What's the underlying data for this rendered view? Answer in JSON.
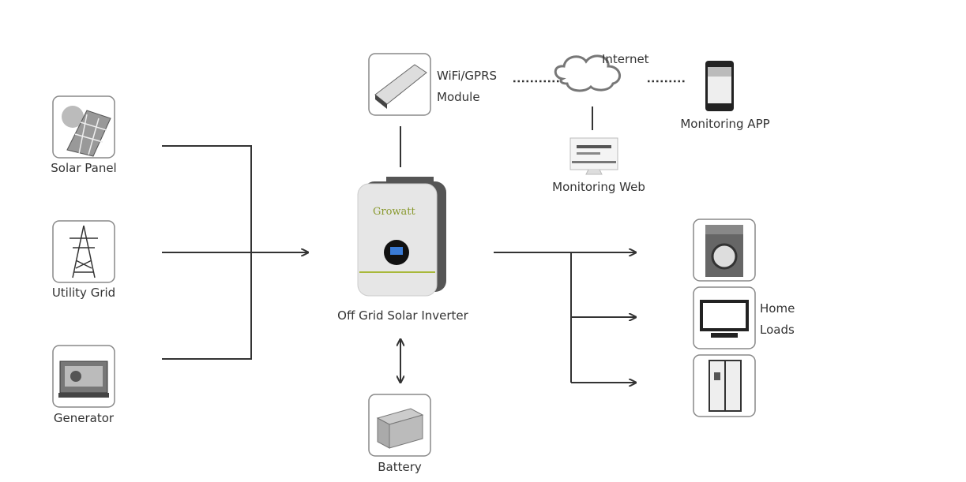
{
  "sources": [
    {
      "label": "Solar Panel",
      "icon": "solar-panel-icon"
    },
    {
      "label": "Utility Grid",
      "icon": "transmission-tower-icon"
    },
    {
      "label": "Generator",
      "icon": "generator-icon"
    }
  ],
  "inverter": {
    "label": "Off Grid Solar Inverter",
    "brand": "Growatt",
    "accent": "#a8b83a"
  },
  "module": {
    "line1": "WiFi/GPRS",
    "line2": "Module",
    "icon": "wifi-module-icon"
  },
  "internet": {
    "label": "Internet",
    "icon": "cloud-icon"
  },
  "monitoring_app": {
    "label": "Monitoring APP",
    "icon": "smartphone-icon"
  },
  "monitoring_web": {
    "label": "Monitoring Web",
    "icon": "monitor-icon"
  },
  "battery": {
    "label": "Battery",
    "icon": "battery-icon"
  },
  "loads": {
    "line1": "Home",
    "line2": "Loads",
    "items": [
      {
        "icon": "washing-machine-icon"
      },
      {
        "icon": "television-icon"
      },
      {
        "icon": "refrigerator-icon"
      }
    ]
  }
}
